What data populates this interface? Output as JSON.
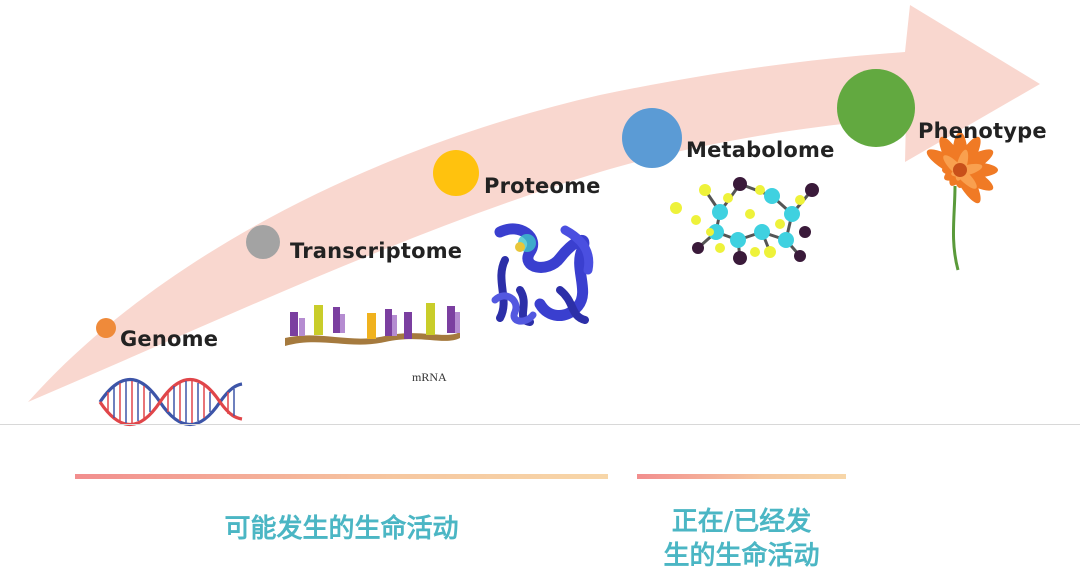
{
  "stages": [
    {
      "id": "genome",
      "label": "Genome",
      "color": "#ef8a3a",
      "caption": ""
    },
    {
      "id": "transcriptome",
      "label": "Transcriptome",
      "color": "#a3a3a3",
      "caption": "mRNA"
    },
    {
      "id": "proteome",
      "label": "Proteome",
      "color": "#ffc20e",
      "caption": ""
    },
    {
      "id": "metabolome",
      "label": "Metabolome",
      "color": "#5b9bd5",
      "caption": ""
    },
    {
      "id": "phenotype",
      "label": "Phenotype",
      "color": "#62a940",
      "caption": ""
    }
  ],
  "ranges": [
    {
      "id": "possible",
      "text": "可能发生的生命活动"
    },
    {
      "id": "occurring",
      "text": "正在/已经发\n生的生命活动"
    }
  ],
  "colors": {
    "arrow": "#f9d7cf",
    "accent_text": "#4bb6c4",
    "dna_red": "#e0464a",
    "dna_blue": "#3d55a8",
    "mrna_base": "#a57a3e",
    "protein": "#3a3fcf",
    "molecule_cyan": "#3fd1e0",
    "molecule_yellow": "#eef23a",
    "flower": "#f07a25"
  }
}
